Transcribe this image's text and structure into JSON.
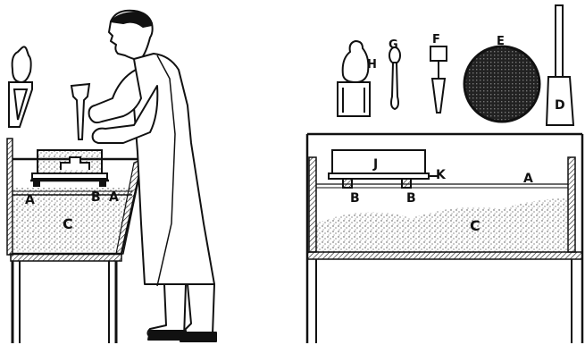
{
  "colors": {
    "ink": "#111111",
    "paper": "#ffffff",
    "sand": "#444444"
  },
  "left_scene": {
    "labels": {
      "a1": "A",
      "b": "B",
      "a2": "A",
      "c": "C"
    }
  },
  "right_scene": {
    "labels": {
      "j": "J",
      "k": "K",
      "a": "A",
      "b1": "B",
      "b2": "B",
      "c": "C"
    },
    "tools": [
      {
        "icon": "jug-on-box-icon",
        "label": "H"
      },
      {
        "icon": "spoon-tool-icon",
        "label": "G"
      },
      {
        "icon": "tamper-tool-icon",
        "label": "F"
      },
      {
        "icon": "round-sieve-icon",
        "label": "E"
      },
      {
        "icon": "flat-paddle-icon",
        "label": "D"
      }
    ]
  }
}
